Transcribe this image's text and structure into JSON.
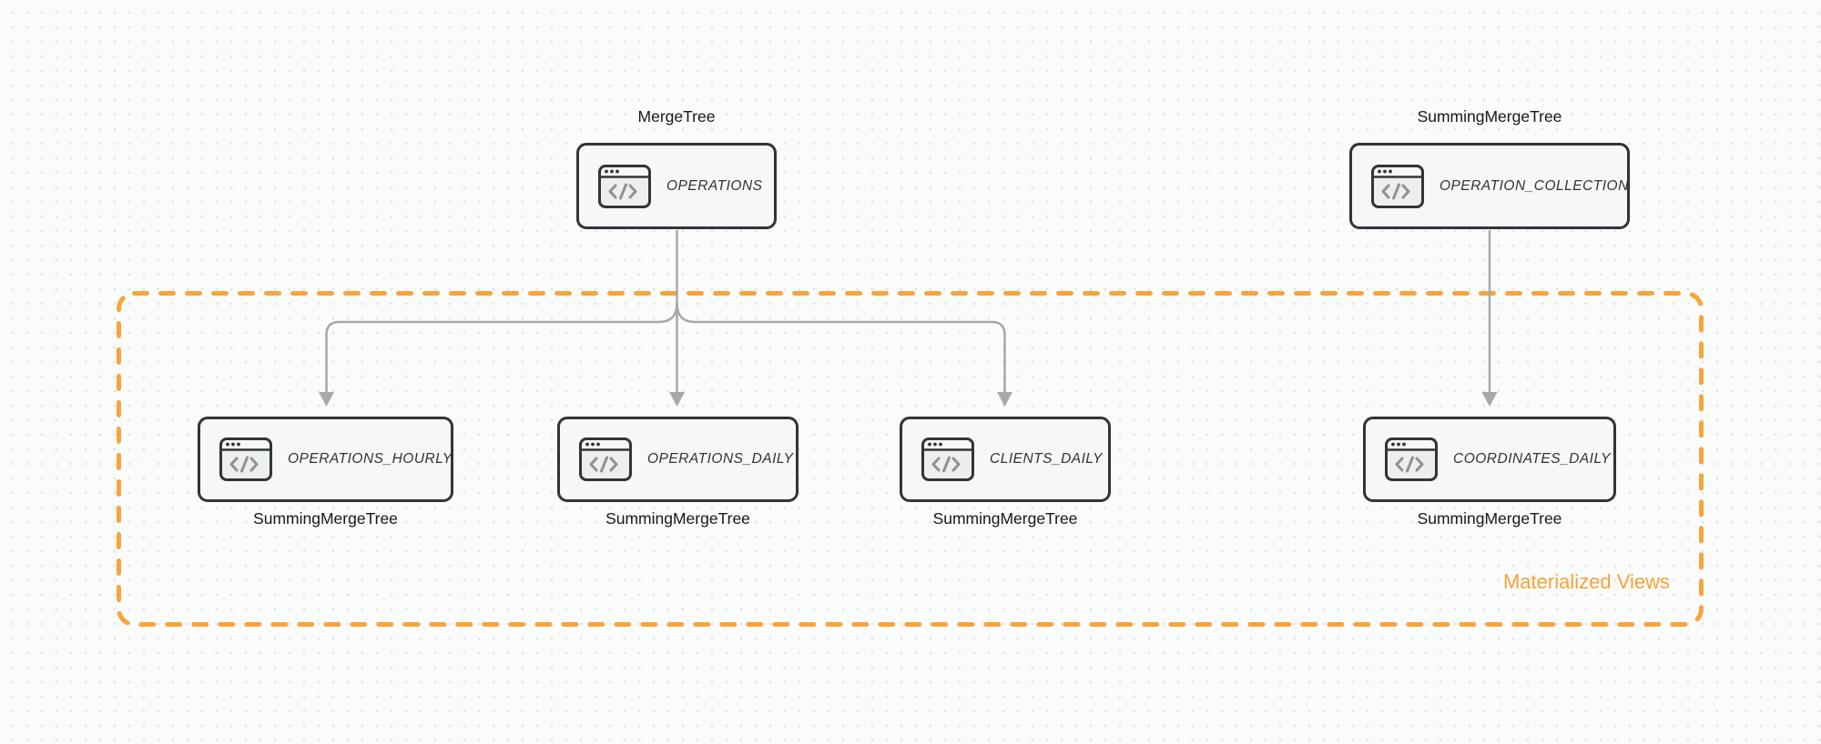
{
  "diagram": {
    "group_label": "Materialized Views",
    "nodes": {
      "operations": {
        "engine": "MergeTree",
        "title": "OPERATIONS",
        "icon": "code-window-icon"
      },
      "operation_collection": {
        "engine": "SummingMergeTree",
        "title": "OPERATION_COLLECTION",
        "icon": "code-window-icon"
      },
      "operations_hourly": {
        "engine": "SummingMergeTree",
        "title": "OPERATIONS_HOURLY",
        "icon": "code-window-icon"
      },
      "operations_daily": {
        "engine": "SummingMergeTree",
        "title": "OPERATIONS_DAILY",
        "icon": "code-window-icon"
      },
      "clients_daily": {
        "engine": "SummingMergeTree",
        "title": "CLIENTS_DAILY",
        "icon": "code-window-icon"
      },
      "coordinates_daily": {
        "engine": "SummingMergeTree",
        "title": "COORDINATES_DAILY",
        "icon": "code-window-icon"
      }
    },
    "edges": [
      {
        "from": "OPERATIONS",
        "to": "OPERATIONS_HOURLY"
      },
      {
        "from": "OPERATIONS",
        "to": "OPERATIONS_DAILY"
      },
      {
        "from": "OPERATIONS",
        "to": "CLIENTS_DAILY"
      },
      {
        "from": "OPERATION_COLLECTION",
        "to": "COORDINATES_DAILY"
      }
    ],
    "colors": {
      "group_border": "#F7A43B",
      "group_label": "#F5A238",
      "arrow": "#A6A8AA",
      "node_border": "#2F3538",
      "node_fill": "#F6F7F7",
      "background": "#FAFBFB"
    }
  }
}
